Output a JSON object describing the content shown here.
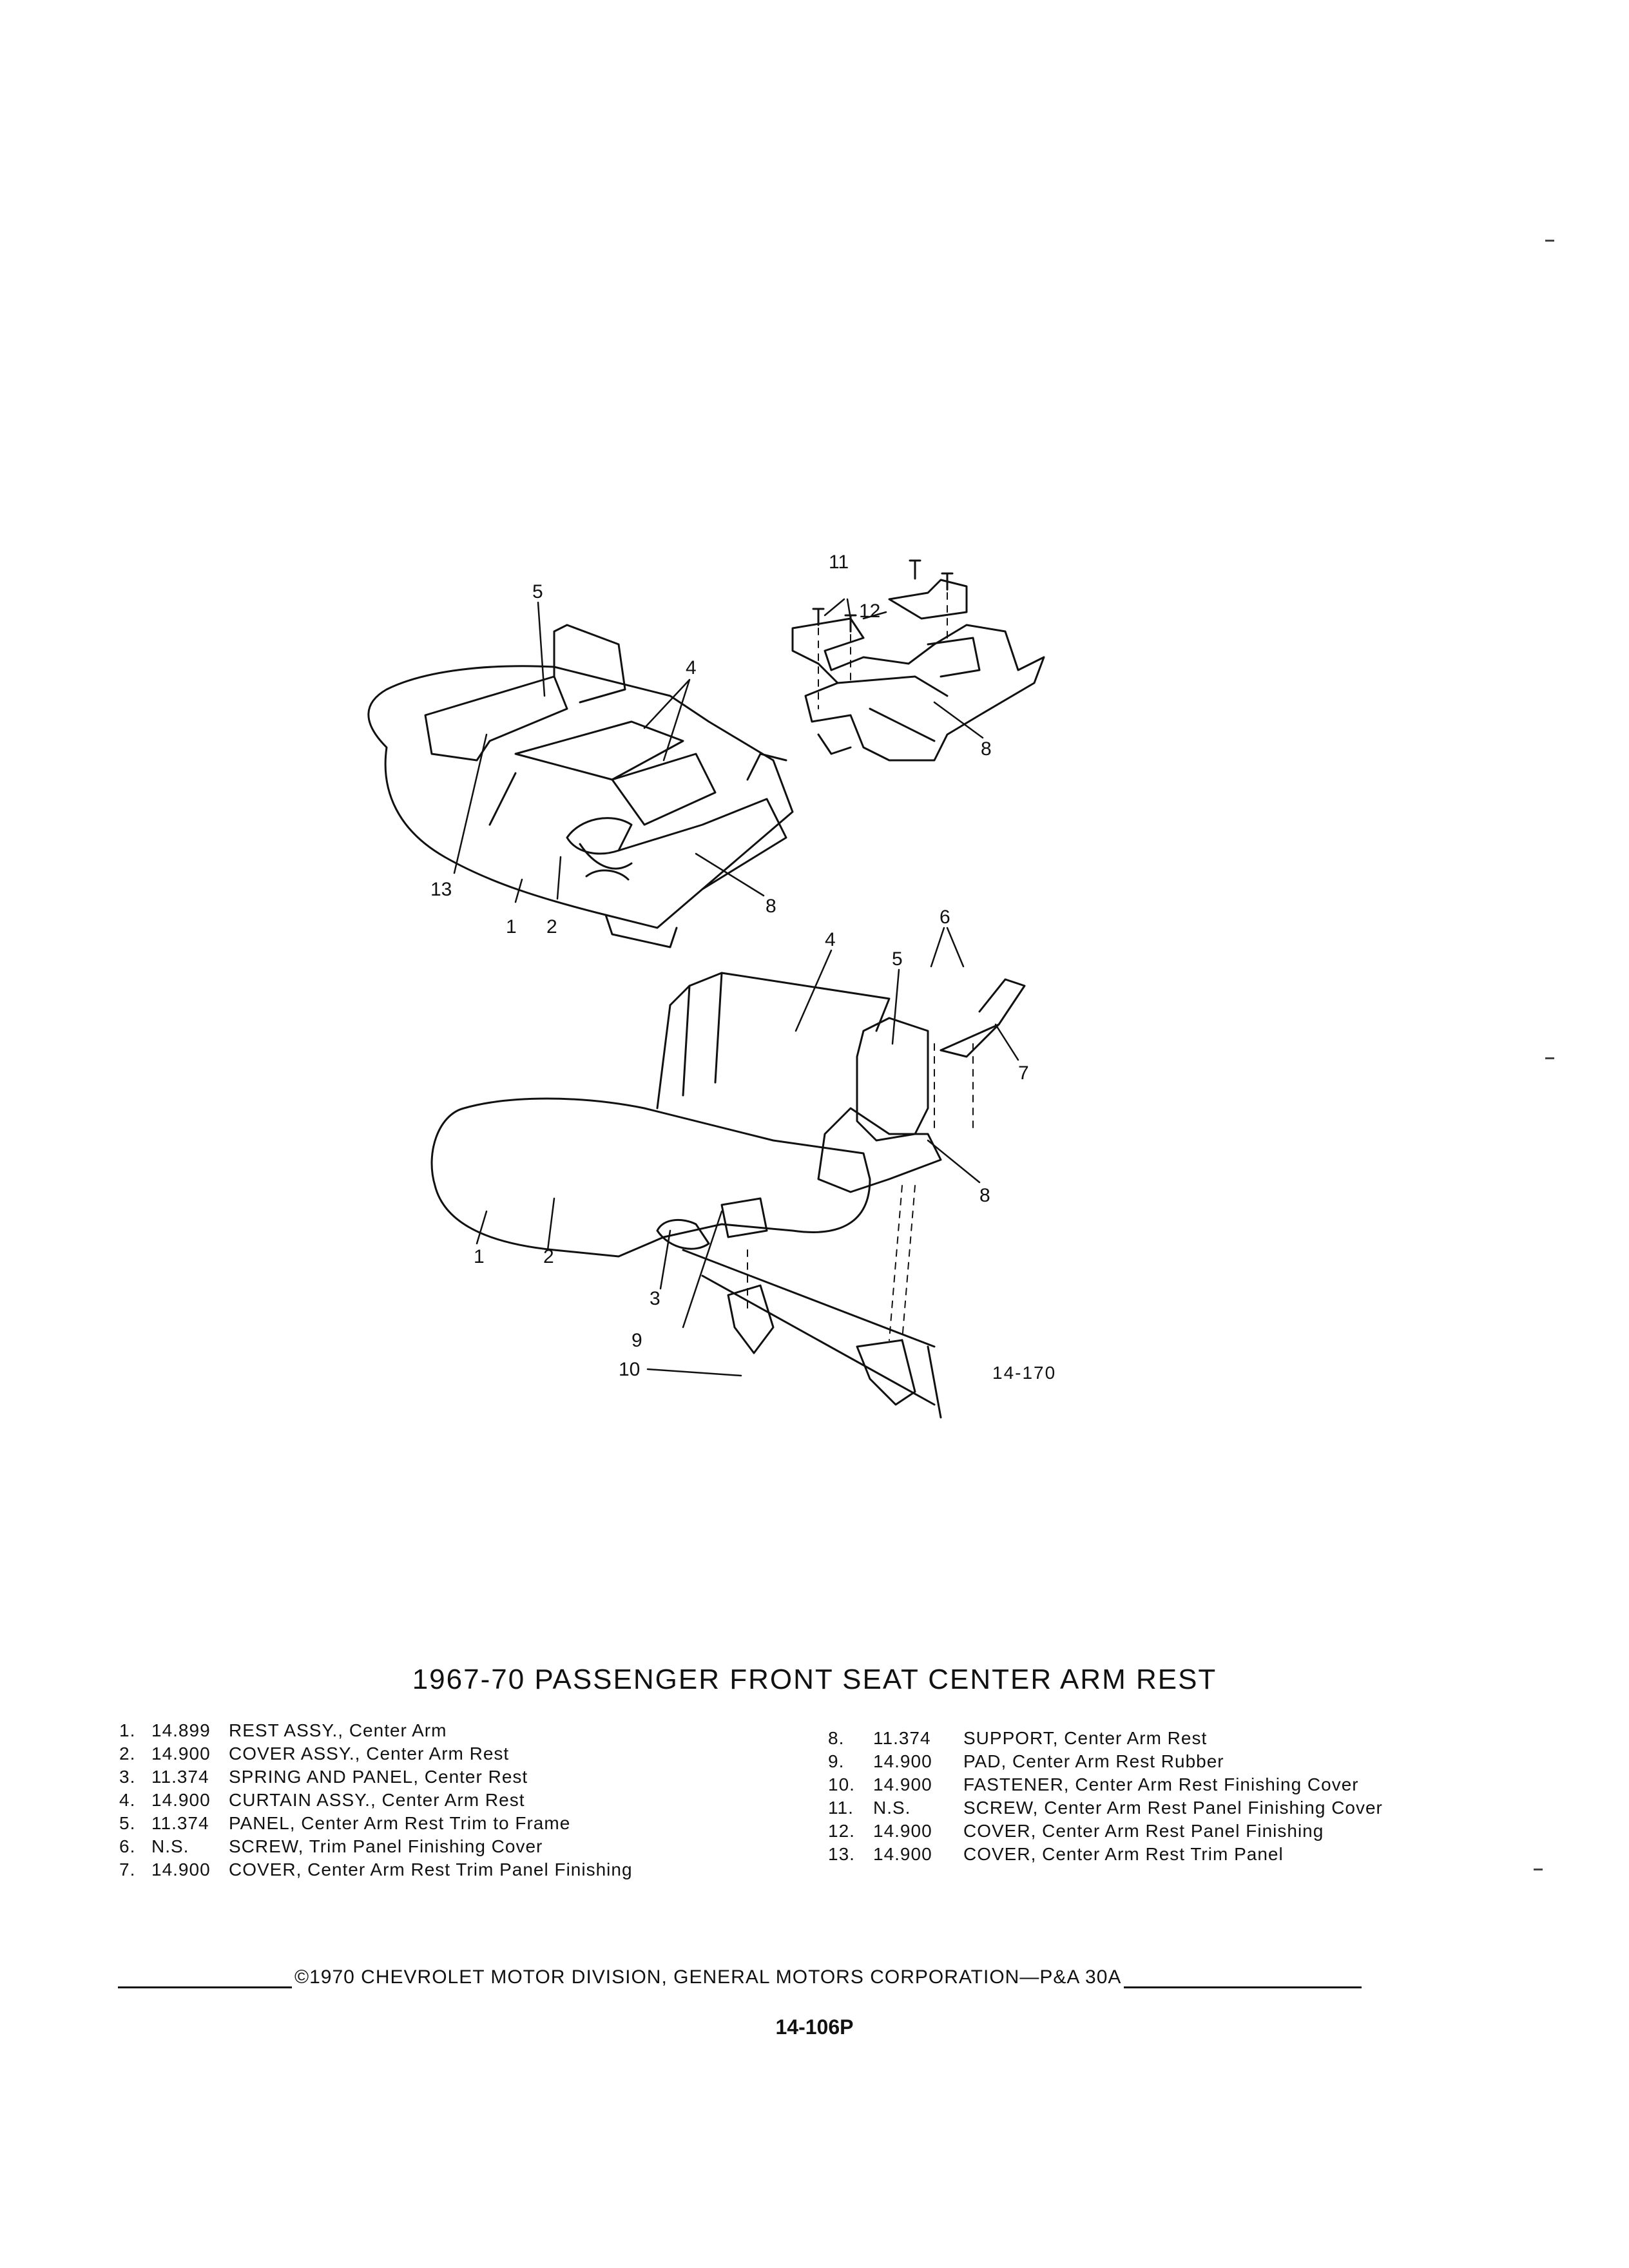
{
  "figure": {
    "code": "14-170",
    "callouts": [
      "1",
      "2",
      "3",
      "4",
      "5",
      "6",
      "7",
      "8",
      "9",
      "10",
      "11",
      "12",
      "13"
    ]
  },
  "title": "1967-70 PASSENGER FRONT SEAT CENTER ARM REST",
  "parts_left": [
    {
      "num": "1.",
      "code": "14.899",
      "desc": "REST ASSY., Center Arm"
    },
    {
      "num": "2.",
      "code": "14.900",
      "desc": "COVER ASSY., Center Arm Rest"
    },
    {
      "num": "3.",
      "code": "11.374",
      "desc": "SPRING AND PANEL, Center Rest"
    },
    {
      "num": "4.",
      "code": "14.900",
      "desc": "CURTAIN ASSY., Center Arm Rest"
    },
    {
      "num": "5.",
      "code": "11.374",
      "desc": "PANEL, Center Arm Rest Trim to Frame"
    },
    {
      "num": "6.",
      "code": "N.S.",
      "desc": "SCREW, Trim Panel Finishing Cover"
    },
    {
      "num": "7.",
      "code": "14.900",
      "desc": "COVER, Center Arm Rest Trim Panel Finishing"
    }
  ],
  "parts_right": [
    {
      "num": "8.",
      "code": "11.374",
      "desc": "SUPPORT, Center Arm Rest"
    },
    {
      "num": "9.",
      "code": "14.900",
      "desc": "PAD, Center Arm Rest Rubber"
    },
    {
      "num": "10.",
      "code": "14.900",
      "desc": "FASTENER, Center Arm Rest Finishing Cover"
    },
    {
      "num": "11.",
      "code": "N.S.",
      "desc": "SCREW, Center Arm Rest Panel Finishing Cover"
    },
    {
      "num": "12.",
      "code": "14.900",
      "desc": "COVER, Center Arm Rest Panel Finishing"
    },
    {
      "num": "13.",
      "code": "14.900",
      "desc": "COVER, Center Arm Rest Trim Panel"
    }
  ],
  "footer": "©1970 CHEVROLET MOTOR DIVISION, GENERAL MOTORS CORPORATION—P&A 30A",
  "page_number": "14-106P"
}
